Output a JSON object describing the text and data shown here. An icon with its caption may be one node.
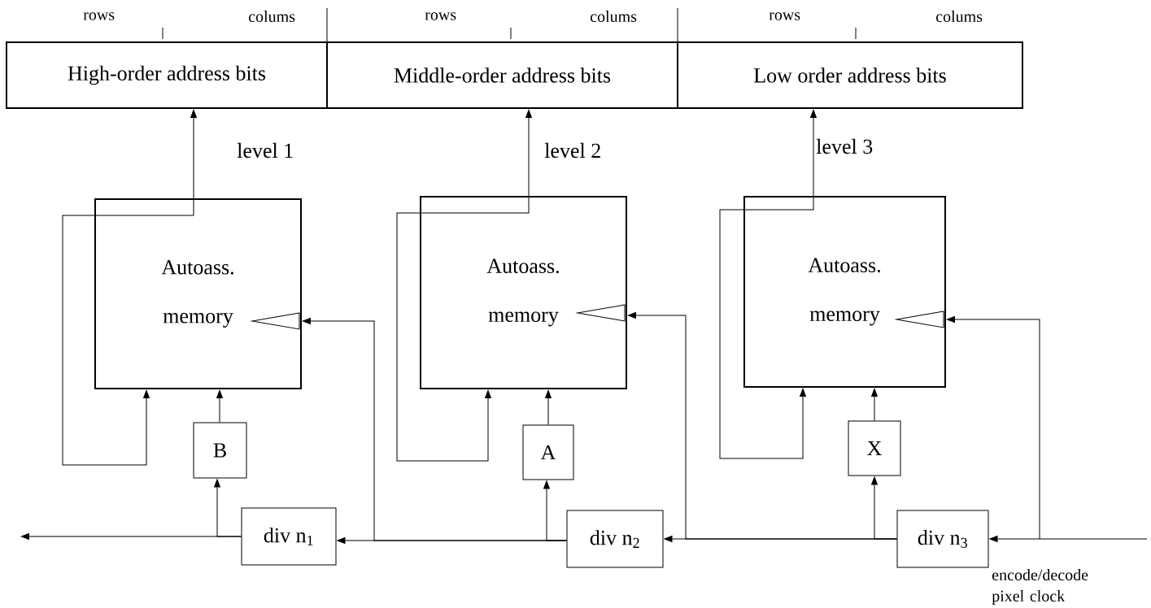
{
  "diagram": {
    "nodes": [
      {
        "text": [
          "High-order address bits"
        ]
      },
      {
        "text": [
          "Middle-order address bits"
        ]
      },
      {
        "text": [
          "Low order address bits"
        ]
      },
      {
        "text": [
          "Autoass. memory"
        ]
      },
      {
        "text": [
          "B"
        ]
      },
      {
        "text": [
          "div n$_{1}$"
        ]
      },
      {
        "text": [
          "Autoass. memory"
        ]
      },
      {
        "text": [
          "A"
        ]
      },
      {
        "text": [
          "div n$_{2}$"
        ]
      },
      {
        "text": [
          "Autoass. memory"
        ]
      },
      {
        "text": [
          "X"
        ]
      },
      {
        "text": [
          "div n$_{3}$"
        ]
      }
    ],
    "edges": [
      {
        "from": 3,
        "to": 0,
        "arrow": "to",
        "label": "level 1"
      },
      {
        "from": 3,
        "to": 3,
        "arrow": "to"
      },
      {
        "from": 4,
        "to": 3,
        "arrow": "to"
      },
      {
        "from": 5,
        "to": 4,
        "arrow": "to"
      },
      {
        "from": 5,
        "to": null,
        "arrow": "to"
      },
      {
        "from": 8,
        "to": 5,
        "arrow": "to"
      },
      {
        "from": 8,
        "to": 3,
        "arrow": "to"
      },
      {
        "from": 8,
        "to": 7,
        "arrow": "to"
      },
      {
        "from": 6,
        "to": 1,
        "arrow": "to",
        "label": "level 2"
      },
      {
        "from": 6,
        "to": 6,
        "arrow": "to"
      },
      {
        "from": 7,
        "to": 6,
        "arrow": "to"
      },
      {
        "from": 11,
        "to": 8,
        "arrow": "to"
      },
      {
        "from": 11,
        "to": 10,
        "arrow": "to"
      },
      {
        "from": 11,
        "to": 6,
        "arrow": "to"
      },
      {
        "from": 9,
        "to": 2,
        "arrow": "to",
        "label": "level 3"
      },
      {
        "from": 9,
        "to": 9,
        "arrow": "to"
      },
      {
        "from": 10,
        "to": 9,
        "arrow": "to"
      },
      {
        "from": null,
        "to": 11,
        "arrow": "to",
        "label": "encode/decode pixel clock"
      },
      {
        "from": null,
        "to": 9,
        "arrow": "to"
      }
    ],
    "labels": [
      "rows",
      "colums",
      "rows",
      "colums",
      "rows",
      "colums"
    ]
  }
}
